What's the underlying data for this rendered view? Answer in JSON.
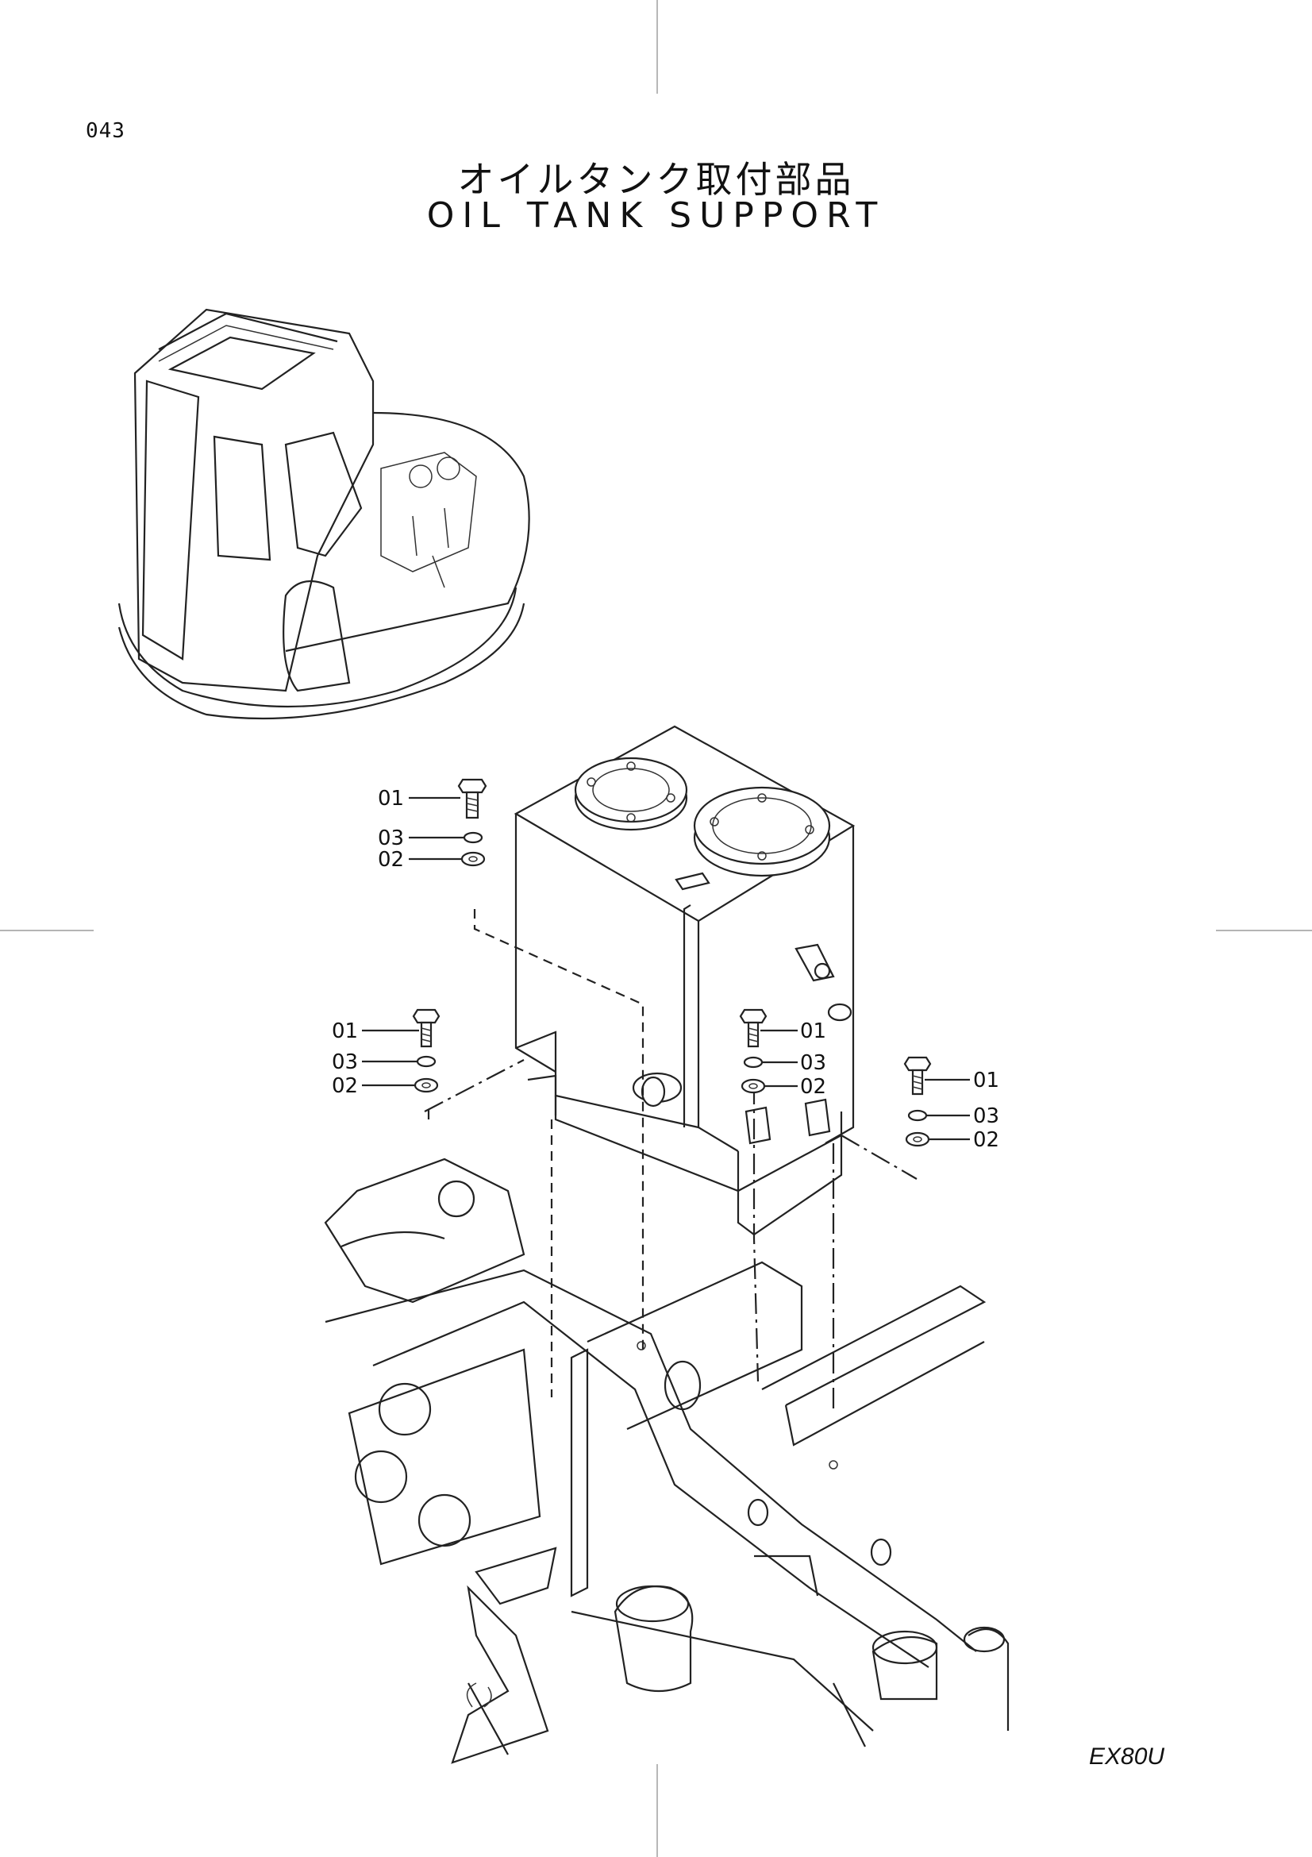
{
  "page_number": "043",
  "title_jp": "オイルタンク取付部品",
  "title_en": "OIL TANK SUPPORT",
  "model": "EX80U",
  "callouts": {
    "group_left_top": [
      "01",
      "03",
      "02"
    ],
    "group_left_mid": [
      "01",
      "03",
      "02"
    ],
    "group_center": [
      "01",
      "03",
      "02"
    ],
    "group_right": [
      "01",
      "03",
      "02"
    ]
  }
}
